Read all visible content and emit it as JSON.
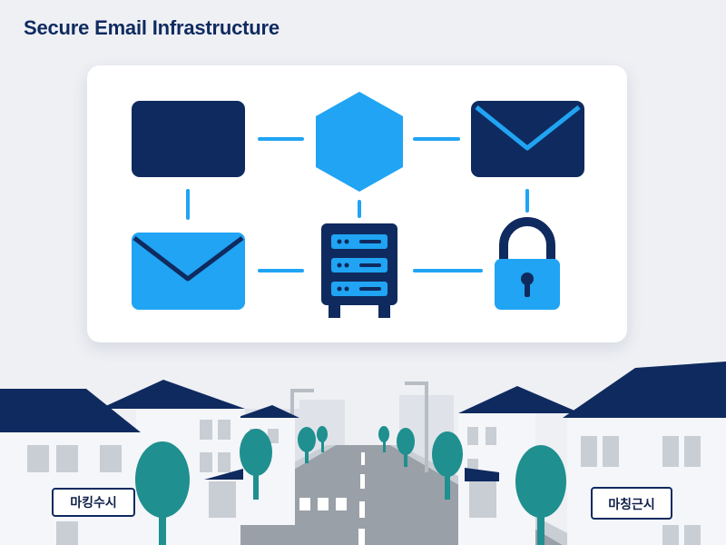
{
  "title": "Secure Email Infrastructure",
  "colors": {
    "navy": "#0f2a5f",
    "blue": "#20a4f3",
    "background": "#eef0f4",
    "card": "#ffffff",
    "tree": "#1f8f8f",
    "building": "#f4f6f9",
    "road": "#9aa0a8"
  },
  "diagram": {
    "nodes": [
      {
        "id": "inbox",
        "icon": "inbox-tray-icon"
      },
      {
        "id": "hub",
        "icon": "hexagon-icon"
      },
      {
        "id": "mail-out",
        "icon": "envelope-icon"
      },
      {
        "id": "mail-in",
        "icon": "envelope-icon"
      },
      {
        "id": "server",
        "icon": "server-rack-icon"
      },
      {
        "id": "lock",
        "icon": "padlock-icon"
      }
    ],
    "edges": [
      [
        "inbox",
        "hub"
      ],
      [
        "hub",
        "mail-out"
      ],
      [
        "inbox",
        "mail-in"
      ],
      [
        "hub",
        "server"
      ],
      [
        "mail-out",
        "lock"
      ],
      [
        "mail-in",
        "server"
      ],
      [
        "server",
        "lock"
      ]
    ]
  },
  "street": {
    "sign_left": "마킹수시",
    "sign_right": "마칭근시"
  }
}
